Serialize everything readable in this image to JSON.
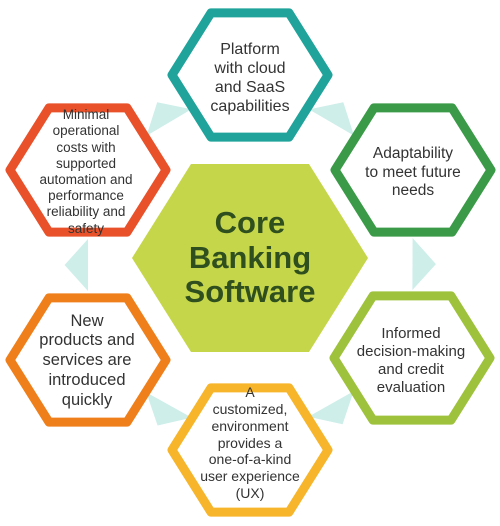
{
  "center": {
    "label": "Core\nBanking\nSoftware",
    "fill": "#c6d64a"
  },
  "connector_color": "#cdeee9",
  "hexagons": [
    {
      "id": "platform",
      "label": "Platform\nwith cloud\nand SaaS\ncapabilities",
      "stroke": "#1fa39a"
    },
    {
      "id": "adaptability",
      "label": "Adaptability\nto meet future\nneeds",
      "stroke": "#3a9a47"
    },
    {
      "id": "informed",
      "label": "Informed\ndecision-making\nand credit\nevaluation",
      "stroke": "#9ec23c"
    },
    {
      "id": "customized",
      "label": "A\ncustomized,\nenvironment\nprovides a\none-of-a-kind\nuser experience\n(UX)",
      "stroke": "#f6b52a"
    },
    {
      "id": "new-products",
      "label": "New\nproducts and\nservices are\nintroduced\nquickly",
      "stroke": "#ef7f1a"
    },
    {
      "id": "minimal-costs",
      "label": "Minimal\noperational\ncosts with\nsupported\nautomation and\nperformance\nreliability and\nsafety",
      "stroke": "#e8512a"
    }
  ]
}
